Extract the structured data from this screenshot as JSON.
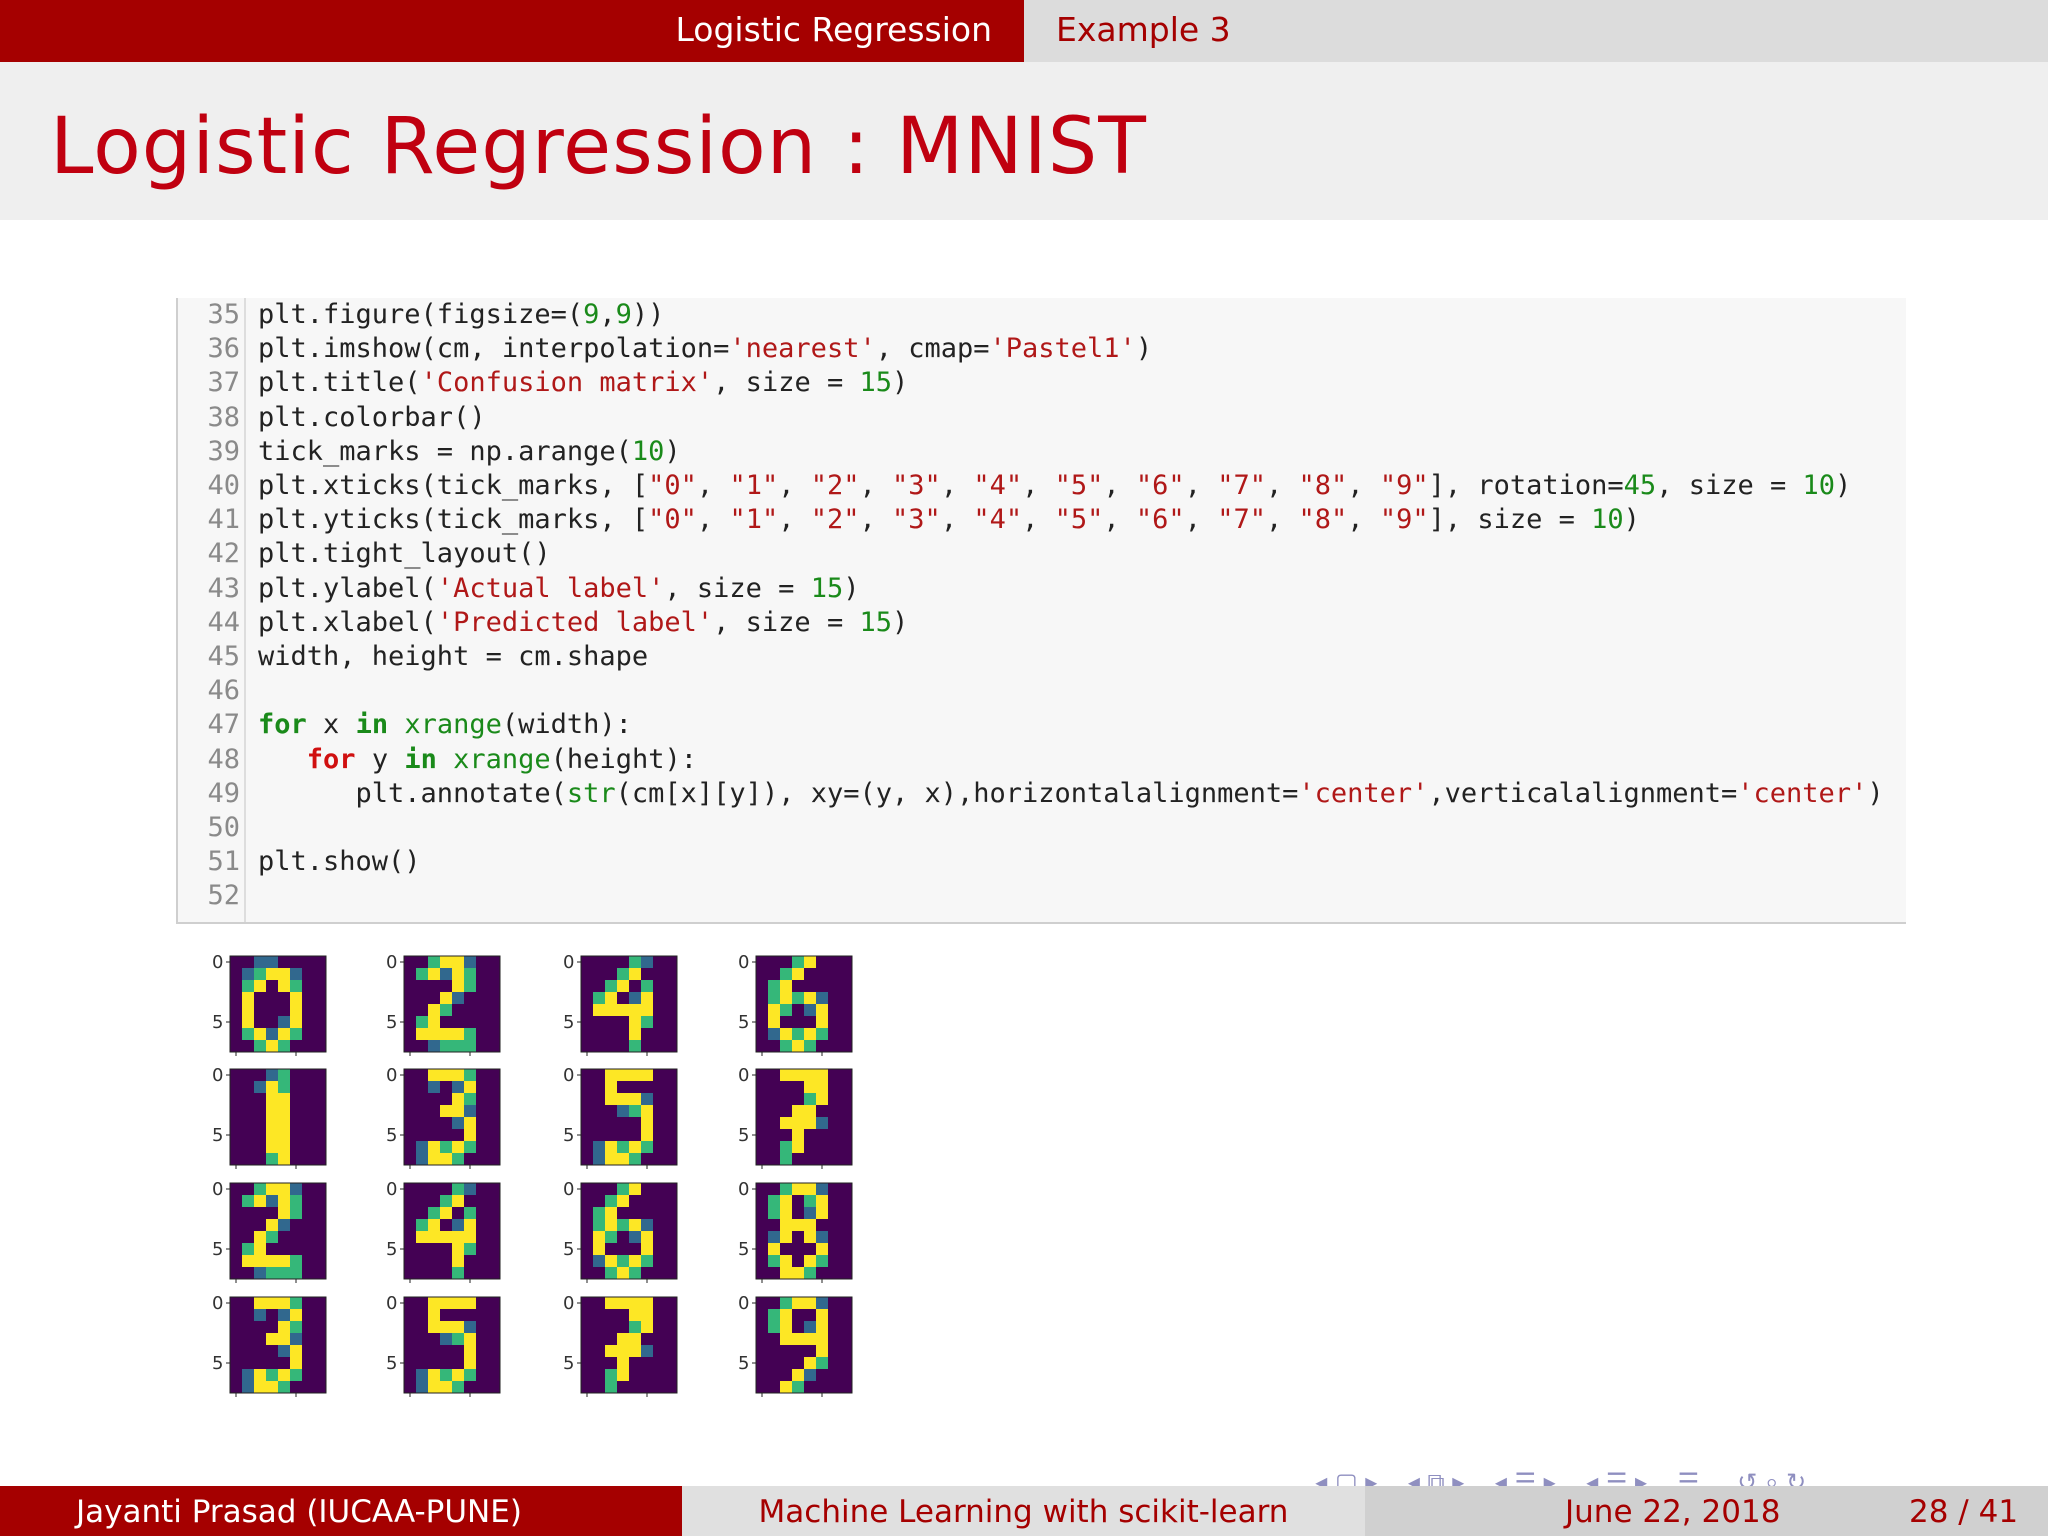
{
  "nav": {
    "section": "Logistic Regression",
    "subsection": "Example 3"
  },
  "title": "Logistic Regression : MNIST",
  "code": {
    "lines": [
      {
        "n": "35",
        "t": "plt.figure(figsize=(9,9))"
      },
      {
        "n": "36",
        "t": "plt.imshow(cm, interpolation='nearest', cmap='Pastel1')"
      },
      {
        "n": "37",
        "t": "plt.title('Confusion matrix', size = 15)"
      },
      {
        "n": "38",
        "t": "plt.colorbar()"
      },
      {
        "n": "39",
        "t": "tick_marks = np.arange(10)"
      },
      {
        "n": "40",
        "t": "plt.xticks(tick_marks, [\"0\", \"1\", \"2\", \"3\", \"4\", \"5\", \"6\", \"7\", \"8\", \"9\"], rotation=45, size = 10)"
      },
      {
        "n": "41",
        "t": "plt.yticks(tick_marks, [\"0\", \"1\", \"2\", \"3\", \"4\", \"5\", \"6\", \"7\", \"8\", \"9\"], size = 10)"
      },
      {
        "n": "42",
        "t": "plt.tight_layout()"
      },
      {
        "n": "43",
        "t": "plt.ylabel('Actual label', size = 15)"
      },
      {
        "n": "44",
        "t": "plt.xlabel('Predicted label', size = 15)"
      },
      {
        "n": "45",
        "t": "width, height = cm.shape"
      },
      {
        "n": "46",
        "t": ""
      },
      {
        "n": "47",
        "t": "for x in xrange(width):"
      },
      {
        "n": "48",
        "t": "   for y in xrange(height):"
      },
      {
        "n": "49",
        "t": "      plt.annotate(str(cm[x][y]), xy=(y, x),horizontalalignment='center',verticalalignment='center')"
      },
      {
        "n": "50",
        "t": ""
      },
      {
        "n": "51",
        "t": "plt.show()"
      },
      {
        "n": "52",
        "t": ""
      }
    ]
  },
  "digit_grid": {
    "ticks": [
      "0",
      "5"
    ],
    "rows": [
      [
        "0",
        "2",
        "4",
        "6"
      ],
      [
        "1",
        "3",
        "5",
        "7"
      ],
      [
        "2",
        "4",
        "6",
        "8"
      ],
      [
        "3",
        "5",
        "7",
        "9"
      ]
    ],
    "colors": {
      "dark": "#440154",
      "blue": "#31688e",
      "teal": "#35b779",
      "yellow": "#fde725"
    }
  },
  "footer": {
    "author": "Jayanti Prasad  (IUCAA-PUNE)",
    "talk": "Machine Learning with scikit-learn",
    "date": "June 22, 2018",
    "page": "28 / 41"
  }
}
